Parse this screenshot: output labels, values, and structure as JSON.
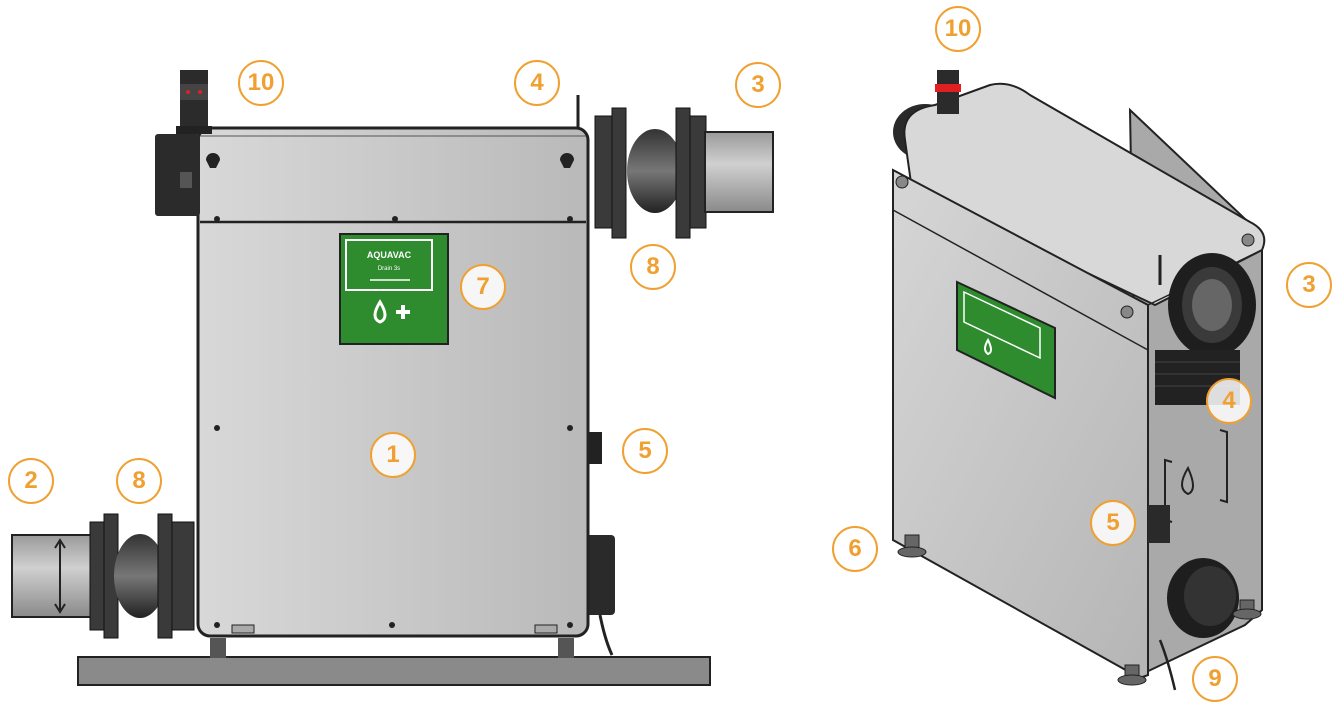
{
  "figure": {
    "front_view": "front-view",
    "iso_view": "isometric-view"
  },
  "panel_logo": {
    "brand": "AQUAVAC",
    "model": "Drain 3s"
  },
  "callouts": [
    {
      "label": "10"
    },
    {
      "label": "4"
    },
    {
      "label": "3"
    },
    {
      "label": "8"
    },
    {
      "label": "7"
    },
    {
      "label": "1"
    },
    {
      "label": "5"
    },
    {
      "label": "2"
    },
    {
      "label": "8"
    },
    {
      "label": "10"
    },
    {
      "label": "3"
    },
    {
      "label": "4"
    },
    {
      "label": "5"
    },
    {
      "label": "6"
    },
    {
      "label": "9"
    }
  ],
  "colors": {
    "accent": "#f0a030",
    "body": "#c9c9c9",
    "panel_green": "#2e8b2e",
    "outline": "#222222",
    "base": "#8a8a8a"
  }
}
